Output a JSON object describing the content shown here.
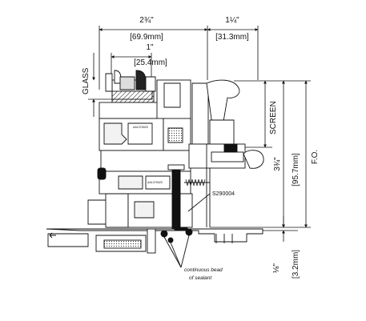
{
  "dimensions": {
    "overall_width": "2¾\"",
    "overall_width_mm": "[69.9mm]",
    "screen_offset": "1¼\"",
    "screen_offset_mm": "[31.3mm]",
    "glass_depth": "1\"",
    "glass_depth_mm": "[25.4mm]",
    "frame_height": "3¾\"",
    "frame_height_mm": "[95.7mm]",
    "sill_gap": "⅛\"",
    "sill_gap_mm": "[3.2mm]"
  },
  "labels": {
    "glass": "GLASS",
    "screen": "SCREEN",
    "fo": "F.O.",
    "part_number": "S290004",
    "sealant_line1": "continuous bead",
    "sealant_line2": "of sealant",
    "profile_code_1": "AA13750Z0",
    "profile_code_2": "AA13750Z0"
  }
}
